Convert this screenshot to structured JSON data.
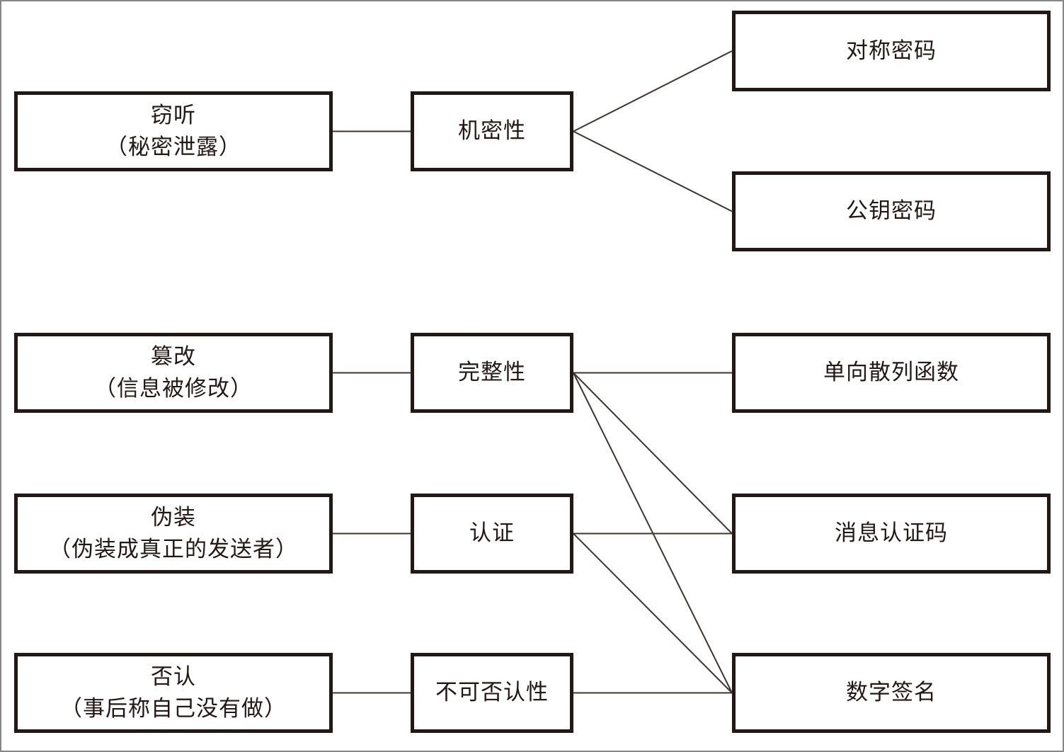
{
  "diagram": {
    "description_note": "threat-to-property-to-technique mapping diagram",
    "colors": {
      "background": "#ffffff",
      "outer_border": "#878787",
      "box_border": "#231815",
      "connector_line": "#3e3531",
      "text": "#231815"
    },
    "threats": [
      {
        "id": "eavesdrop",
        "title": "窃听",
        "subtitle": "（秘密泄露）"
      },
      {
        "id": "tamper",
        "title": "篡改",
        "subtitle": "（信息被修改）"
      },
      {
        "id": "spoof",
        "title": "伪装",
        "subtitle": "（伪装成真正的发送者）"
      },
      {
        "id": "repudiate",
        "title": "否认",
        "subtitle": "（事后称自己没有做）"
      }
    ],
    "properties": [
      {
        "id": "confidentiality",
        "label": "机密性"
      },
      {
        "id": "integrity",
        "label": "完整性"
      },
      {
        "id": "authentication",
        "label": "认证"
      },
      {
        "id": "nonrepudiation",
        "label": "不可否认性"
      }
    ],
    "techniques": [
      {
        "id": "symmetric",
        "label": "对称密码"
      },
      {
        "id": "publickey",
        "label": "公钥密码"
      },
      {
        "id": "hash",
        "label": "单向散列函数"
      },
      {
        "id": "mac",
        "label": "消息认证码"
      },
      {
        "id": "signature",
        "label": "数字签名"
      }
    ],
    "connections": [
      [
        "eavesdrop",
        "confidentiality"
      ],
      [
        "confidentiality",
        "symmetric"
      ],
      [
        "confidentiality",
        "publickey"
      ],
      [
        "tamper",
        "integrity"
      ],
      [
        "integrity",
        "hash"
      ],
      [
        "integrity",
        "mac"
      ],
      [
        "integrity",
        "signature"
      ],
      [
        "spoof",
        "authentication"
      ],
      [
        "authentication",
        "mac"
      ],
      [
        "authentication",
        "signature"
      ],
      [
        "repudiate",
        "nonrepudiation"
      ],
      [
        "nonrepudiation",
        "signature"
      ]
    ]
  }
}
